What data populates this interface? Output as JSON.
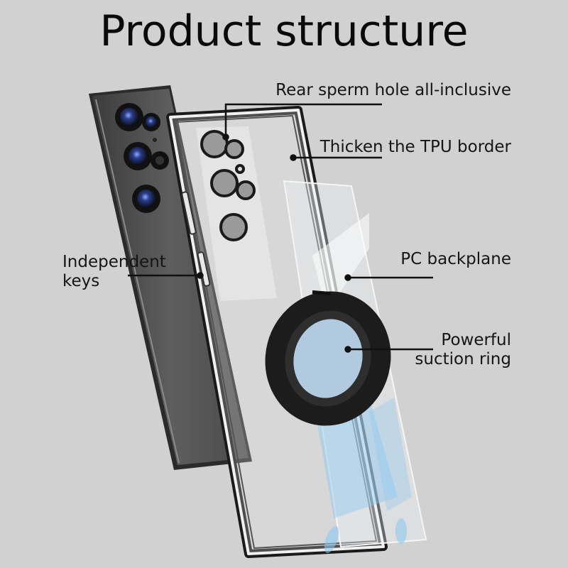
{
  "title": "Product structure",
  "callouts": {
    "rear_hole": "Rear sperm hole all-inclusive",
    "tpu_border": "Thicken the TPU border",
    "keys_line1": "Independent",
    "keys_line2": "keys",
    "pc_backplane": "PC backplane",
    "ring_line1": "Powerful",
    "ring_line2": "suction ring"
  },
  "colors": {
    "background": "#d1d1d1",
    "phone_body": "#5a5a5a",
    "ring": "#1c1c1c",
    "accent_blue": "#8cc8f0"
  }
}
